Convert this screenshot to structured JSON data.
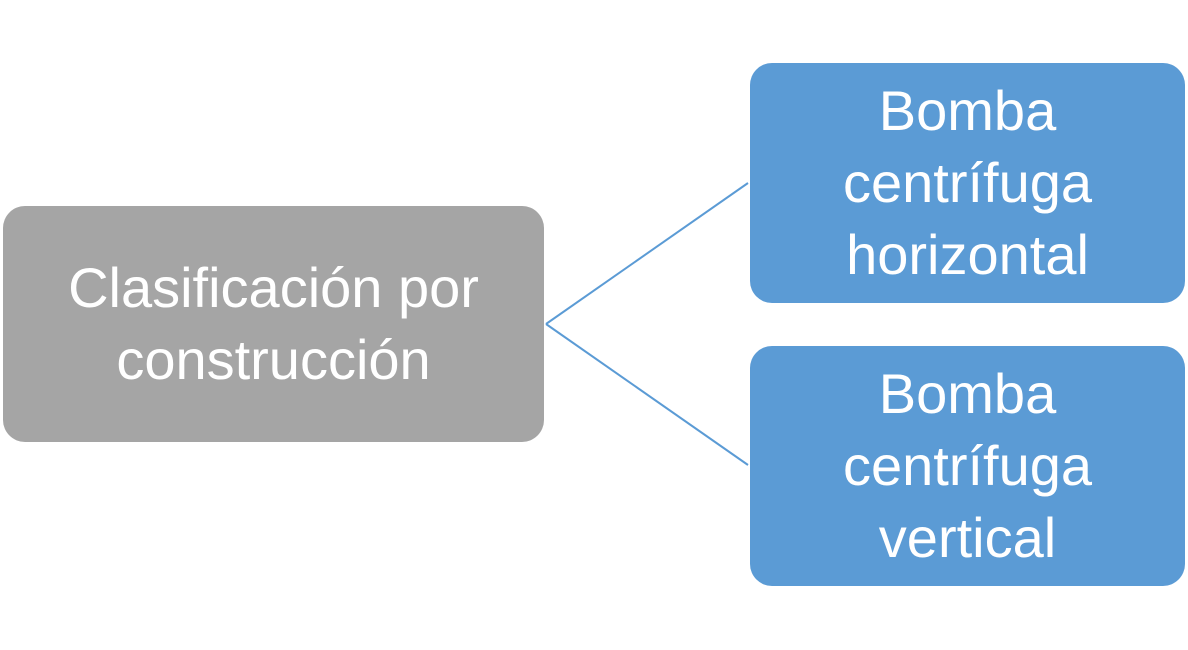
{
  "diagram": {
    "root": {
      "label": "Clasificación por construcción",
      "color": "#a5a5a5"
    },
    "children": [
      {
        "label": "Bomba centrífuga horizontal",
        "color": "#5b9bd5"
      },
      {
        "label": "Bomba centrífuga vertical",
        "color": "#5b9bd5"
      }
    ],
    "connector_color": "#5b9bd5"
  }
}
